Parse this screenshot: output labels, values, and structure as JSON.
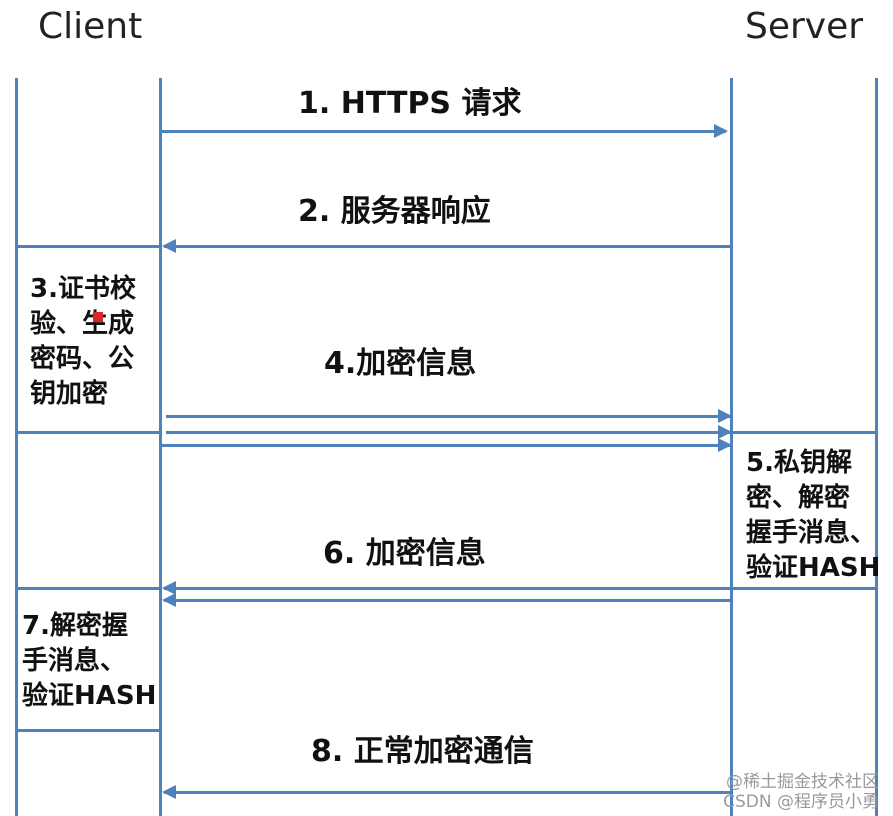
{
  "participants": {
    "client": "Client",
    "server": "Server"
  },
  "messages": [
    {
      "label": "1. HTTPS 请求",
      "direction": "client-to-server"
    },
    {
      "label": "2. 服务器响应",
      "direction": "server-to-client"
    },
    {
      "label": "4.加密信息",
      "direction": "client-to-server"
    },
    {
      "label": "6. 加密信息",
      "direction": "server-to-client"
    },
    {
      "label": "8. 正常加密通信",
      "direction": "server-to-client"
    }
  ],
  "notes": {
    "client_step3": "3.证书校\n验、生成\n密码、公\n钥加密",
    "server_step5": "5.私钥解\n密、解密\n握手消息、\n验证HASH",
    "client_step7": "7.解密握\n手消息、\n验证HASH"
  },
  "watermark": {
    "line1": "@稀土掘金技术社区",
    "line2": "CSDN @程序员小勇"
  },
  "colors": {
    "line": "#4f81bd"
  }
}
